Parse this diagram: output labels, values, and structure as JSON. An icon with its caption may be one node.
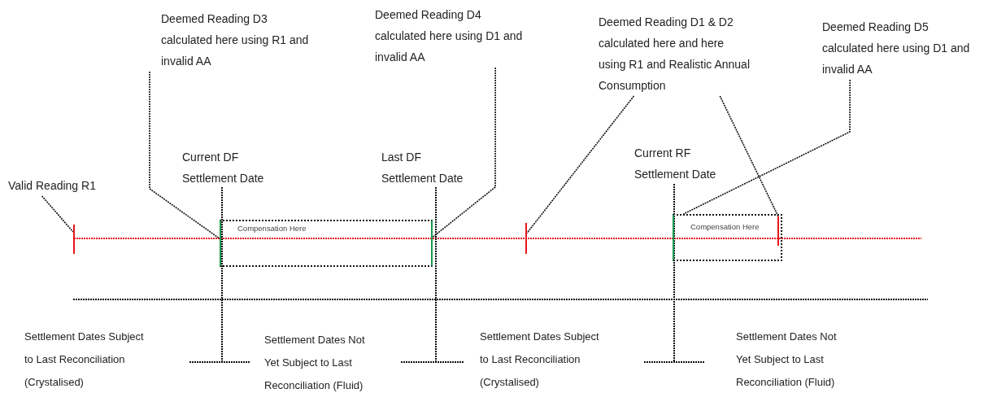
{
  "diagram": {
    "nodes": [
      {
        "text": [
          "Valid Reading R1"
        ]
      },
      {
        "text": [],
        "shape": "bar"
      },
      {
        "text": [
          "Deemed Reading D3 calculated here using R1 and invalid AA"
        ]
      },
      {
        "text": [
          "Compensation Here"
        ]
      },
      {
        "text": [
          "Deemed Reading D4 calculated here using D1 and invalid AA"
        ]
      },
      {
        "text": [
          "Deemed Reading D1 & D2 calculated here and here using R1 and Realistic Annual Consumption"
        ]
      },
      {
        "text": [],
        "shape": "bar"
      },
      {
        "text": [
          "Compensation Here"
        ]
      },
      {
        "text": [
          "Deemed Reading D5 calculated here using D1 and invalid AA"
        ]
      },
      {
        "text": [],
        "shape": "bar",
        "in": 7
      }
    ],
    "edges": [
      {
        "from": 0,
        "to": 1,
        "arrow": "none"
      },
      {
        "from": 2,
        "to": 3,
        "arrow": "none"
      },
      {
        "from": 4,
        "to": 3,
        "arrow": "none"
      },
      {
        "from": 5,
        "to": 6,
        "arrow": "none"
      },
      {
        "from": 5,
        "to": 9,
        "arrow": "none"
      },
      {
        "from": 8,
        "to": 7,
        "arrow": "none"
      }
    ],
    "labels": [
      "Current DF Settlement Date",
      "Last DF Settlement Date",
      "Current RF Settlement Date",
      "Settlement Dates Subject to Last Reconciliation (Crystalised)",
      "Settlement Dates Not Yet Subject to Last Reconciliation (Fluid)",
      "Settlement Dates Subject to Last Reconciliation (Crystalised)",
      "Settlement Dates Not Yet Subject to Last Reconciliation (Fluid)"
    ]
  }
}
